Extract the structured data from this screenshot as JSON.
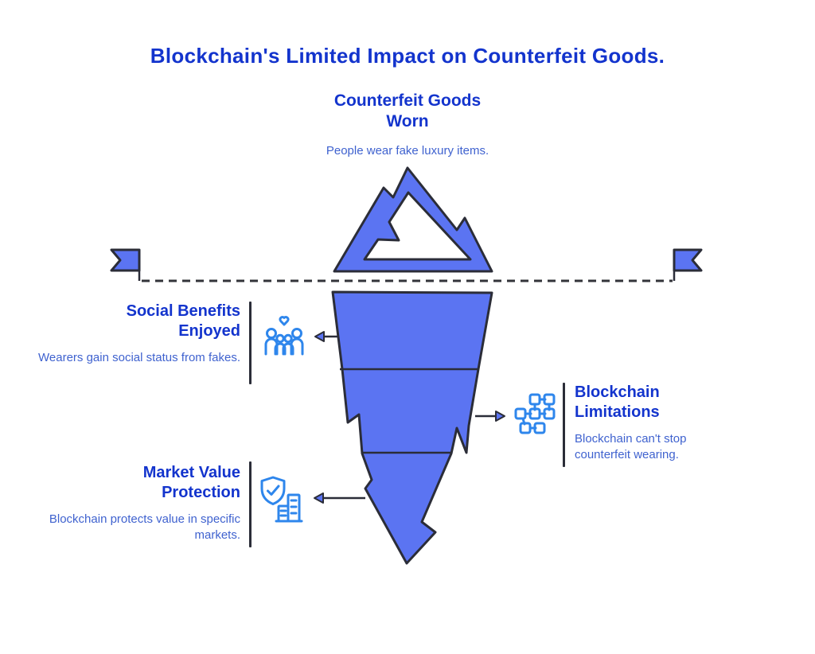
{
  "title": "Blockchain's Limited Impact on Counterfeit Goods.",
  "colors": {
    "heading": "#1334cd",
    "body": "#3f62cf",
    "iceberg": "#5b74f2",
    "outline": "#2b2d38",
    "icon": "#2e86ec",
    "line": "#33343a"
  },
  "surface": {
    "heading_line1": "Counterfeit Goods",
    "heading_line2": "Worn",
    "description": "People wear fake luxury items."
  },
  "callouts": {
    "social": {
      "title_line1": "Social Benefits",
      "title_line2": "Enjoyed",
      "description": "Wearers gain social status from fakes.",
      "icon": "family-heart-icon"
    },
    "blockchain": {
      "title_line1": "Blockchain",
      "title_line2": "Limitations",
      "description": "Blockchain can't stop counterfeit wearing.",
      "icon": "blockchain-nodes-icon"
    },
    "market": {
      "title_line1": "Market Value",
      "title_line2": "Protection",
      "description": "Blockchain protects value in specific markets.",
      "icon": "shield-check-building-icon"
    }
  }
}
